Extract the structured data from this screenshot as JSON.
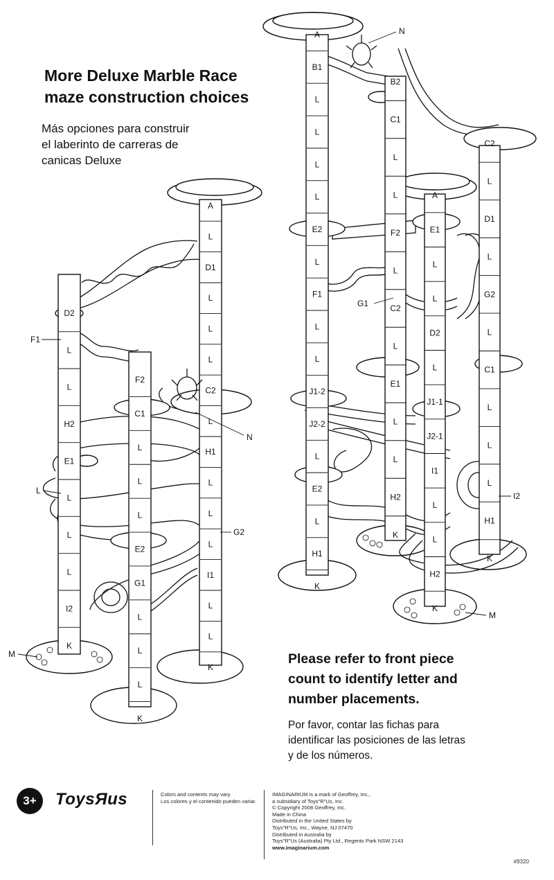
{
  "title": {
    "en": [
      "More Deluxe Marble Race",
      "maze construction choices"
    ],
    "es": [
      "Más opciones para construir",
      "el laberinto de carreras de",
      "canicas Deluxe"
    ]
  },
  "note": {
    "en": [
      "Please refer to front piece",
      "count to identify letter and",
      "number placements."
    ],
    "es": [
      "Por favor, contar las fichas para",
      "identificar las posiciones de las letras",
      "y de los números."
    ]
  },
  "footer": {
    "age_badge": "3+",
    "brand": "ToysЯus",
    "colors_note": [
      "Colors and contents may vary.",
      "Los colores y el contenido pueden variar."
    ],
    "legal": [
      "IMAGINARIUM is a mark of Geoffrey, Inc.,",
      "a subsidiary of Toys\"R\"Us, Inc.",
      "© Copyright 2008 Geoffrey, Inc.",
      "Made in China",
      "Distributed in the United States by",
      "Toys\"R\"Us, Inc., Wayne, NJ 07470",
      "Distributed in Australia by",
      "Toys\"R\"Us (Australia) Pty Ltd., Regents Park NSW 2143",
      "www.imaginarium.com"
    ],
    "code": "#9320"
  },
  "left_build": {
    "callouts": {
      "F1": "F1",
      "L": "L",
      "M": "M",
      "N": "N",
      "G2": "G2"
    },
    "tower_right": [
      "A",
      "L",
      "D1",
      "L",
      "L",
      "L",
      "C2",
      "L",
      "H1",
      "L",
      "L",
      "L",
      "I1",
      "L",
      "L",
      "K"
    ],
    "tower_mid": [
      "F2",
      "C1",
      "L",
      "L",
      "L",
      "E2",
      "G1",
      "L",
      "L",
      "L",
      "K"
    ],
    "tower_left": [
      "D2",
      "L",
      "L",
      "H2",
      "E1",
      "L",
      "L",
      "L",
      "I2",
      "K"
    ]
  },
  "right_build": {
    "callouts": {
      "N": "N",
      "G1": "G1",
      "I2": "I2",
      "M": "M"
    },
    "tower_a": [
      "A",
      "B1",
      "L",
      "L",
      "L",
      "L",
      "E2",
      "L",
      "F1",
      "L",
      "L",
      "J1-2",
      "J2-2",
      "L",
      "E2",
      "L",
      "H1",
      "K"
    ],
    "tower_b": [
      "B2",
      "C1",
      "L",
      "L",
      "F2",
      "L",
      "C2",
      "L",
      "E1",
      "L",
      "L",
      "H2",
      "K"
    ],
    "tower_c": [
      "C2",
      "L",
      "D1",
      "L",
      "G2",
      "L",
      "C1",
      "L",
      "L",
      "L",
      "H1",
      "K"
    ],
    "tower_d": [
      "A",
      "E1",
      "L",
      "L",
      "D2",
      "L",
      "J1-1",
      "J2-1",
      "I1",
      "L",
      "L",
      "H2",
      "K"
    ]
  }
}
